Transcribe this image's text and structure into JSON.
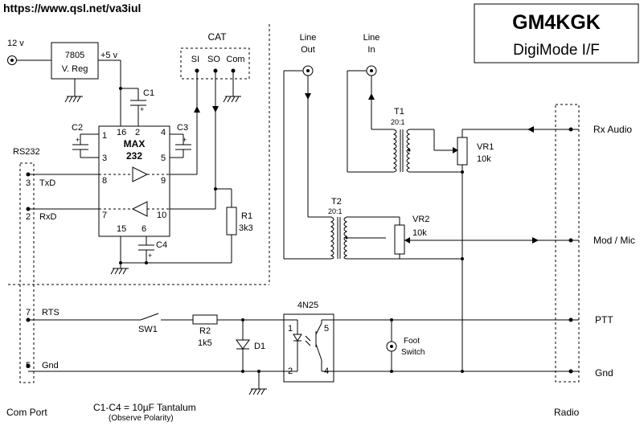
{
  "url": "https://www.qsl.net/va3iul",
  "title_box": {
    "call": "GM4KGK",
    "subtitle": "DigiMode I/F"
  },
  "labels": {
    "supply": "12 v",
    "reg_part": "7805",
    "reg_name": "V. Reg",
    "plus5": "+5 v",
    "cat": "CAT",
    "cat_si": "SI",
    "cat_so": "SO",
    "cat_com": "Com",
    "c1": "C1",
    "c2": "C2",
    "c3": "C3",
    "c4": "C4",
    "ic_name": "MAX",
    "ic_num": "232",
    "pin16": "16",
    "pin2": "2",
    "pin4": "4",
    "pin1": "1",
    "pin3": "3",
    "pin5": "5",
    "pin8": "8",
    "pin9": "9",
    "pin7": "7",
    "pin10": "10",
    "pin15": "15",
    "pin6": "6",
    "rs232": "RS232",
    "txd_pin": "3",
    "txd": "TxD",
    "rxd_pin": "2",
    "rxd": "RxD",
    "rts_pin": "7",
    "rts": "RTS",
    "gnd_pin": "5",
    "gnd": "Gnd",
    "r1": "R1",
    "r1_val": "3k3",
    "sw1": "SW1",
    "r2": "R2",
    "r2_val": "1k5",
    "d1": "D1",
    "opto": "4N25",
    "opto_p1": "1",
    "opto_p2": "2",
    "opto_p4": "4",
    "opto_p5": "5",
    "foot1": "Foot",
    "foot2": "Switch",
    "line_out1": "Line",
    "line_out2": "Out",
    "line_in1": "Line",
    "line_in2": "In",
    "t1": "T1",
    "t1_ratio": "20:1",
    "t2": "T2",
    "t2_ratio": "20:1",
    "vr1": "VR1",
    "vr1_val": "10k",
    "vr2": "VR2",
    "vr2_val": "10k",
    "rx_audio": "Rx Audio",
    "mod_mic": "Mod / Mic",
    "ptt": "PTT",
    "radio_gnd": "Gnd",
    "com_port": "Com Port",
    "cap_note": "C1-C4 = 10µF Tantalum",
    "polarity_note": "(Observe Polarity)",
    "radio": "Radio",
    "plus": "+"
  }
}
